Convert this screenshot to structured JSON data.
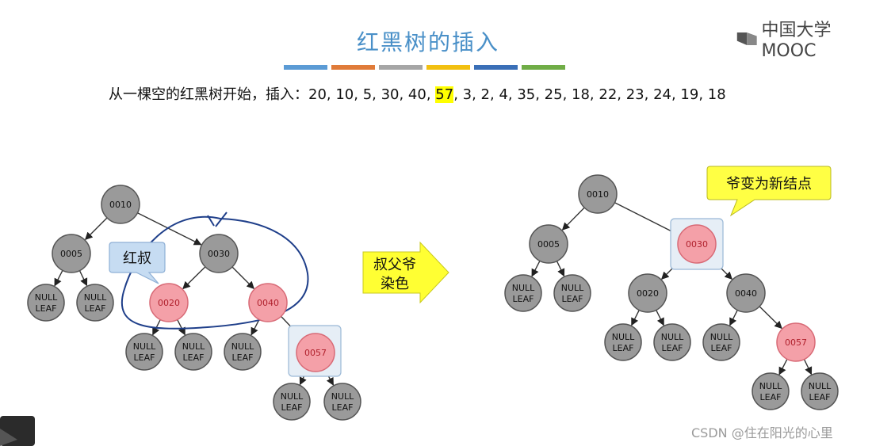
{
  "title": "红黑树的插入",
  "sequence": {
    "prefix": "从一棵空的红黑树开始，插入：20, 10, 5, 30, 40, ",
    "highlight": "57",
    "suffix": ", 3, 2, 4, 35, 25, 18, 22, 23, 24, 19, 18"
  },
  "logo_text": "中国大学MOOC",
  "watermark": "CSDN @住在阳光的心里",
  "colors": {
    "red_node": "#f4a0a8",
    "black_node": "#9a9a9a",
    "title": "#4a90c8",
    "arrow": "#ffff33",
    "callout_blue": "#c6dcf2",
    "callout_yellow": "#ffff44"
  },
  "color_bars": [
    "#5b9bd5",
    "#e07b39",
    "#a6a6a6",
    "#f2c011",
    "#3a6fb7",
    "#70ad47"
  ],
  "null_label": [
    "NULL",
    "LEAF"
  ],
  "left_tree": {
    "nodes": [
      {
        "id": "n10",
        "label": "0010",
        "color": "black"
      },
      {
        "id": "n05",
        "label": "0005",
        "color": "black"
      },
      {
        "id": "n30",
        "label": "0030",
        "color": "black"
      },
      {
        "id": "n20",
        "label": "0020",
        "color": "red"
      },
      {
        "id": "n40",
        "label": "0040",
        "color": "red"
      },
      {
        "id": "n57",
        "label": "0057",
        "color": "red",
        "highlighted": true
      }
    ],
    "callout": "红叔"
  },
  "transition": {
    "line1": "叔父爷",
    "line2": "染色"
  },
  "right_tree": {
    "nodes": [
      {
        "id": "m10",
        "label": "0010",
        "color": "black"
      },
      {
        "id": "m05",
        "label": "0005",
        "color": "black"
      },
      {
        "id": "m30",
        "label": "0030",
        "color": "red",
        "highlighted": true
      },
      {
        "id": "m20",
        "label": "0020",
        "color": "black"
      },
      {
        "id": "m40",
        "label": "0040",
        "color": "black"
      },
      {
        "id": "m57",
        "label": "0057",
        "color": "red"
      }
    ],
    "callout": "爷变为新结点"
  }
}
